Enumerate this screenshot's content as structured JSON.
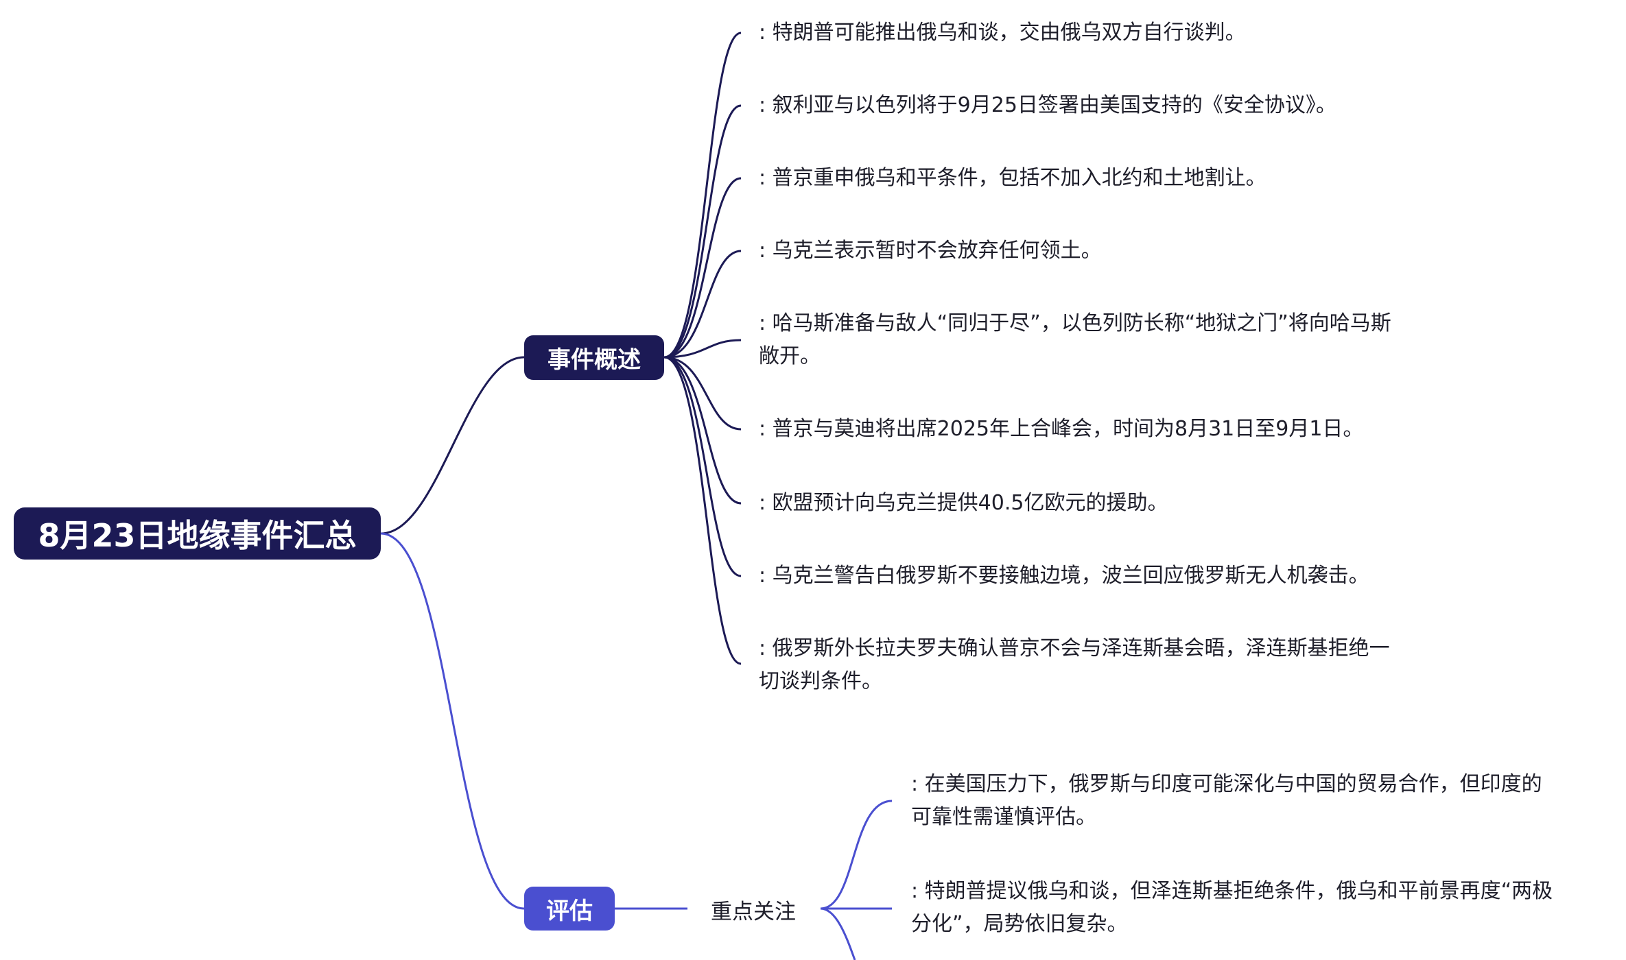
{
  "root": {
    "title": "8月23日地缘事件汇总"
  },
  "events": {
    "title": "事件概述",
    "items": [
      {
        "lines": [
          ": 特朗普可能推出俄乌和谈，交由俄乌双方自行谈判。"
        ]
      },
      {
        "lines": [
          ": 叙利亚与以色列将于9月25日签署由美国支持的《安全协议》。"
        ]
      },
      {
        "lines": [
          ": 普京重申俄乌和平条件，包括不加入北约和土地割让。"
        ]
      },
      {
        "lines": [
          ": 乌克兰表示暂时不会放弃任何领土。"
        ]
      },
      {
        "lines": [
          ": 哈马斯准备与敌人“同归于尽”，以色列防长称“地狱之门”将向哈马斯",
          "敞开。"
        ]
      },
      {
        "lines": [
          ": 普京与莫迪将出席2025年上合峰会，时间为8月31日至9月1日。"
        ]
      },
      {
        "lines": [
          ": 欧盟预计向乌克兰提供40.5亿欧元的援助。"
        ]
      },
      {
        "lines": [
          ": 乌克兰警告白俄罗斯不要接触边境，波兰回应俄罗斯无人机袭击。"
        ]
      },
      {
        "lines": [
          ": 俄罗斯外长拉夫罗夫确认普京不会与泽连斯基会晤，泽连斯基拒绝一",
          "切谈判条件。"
        ]
      }
    ]
  },
  "evaluation": {
    "title": "评估",
    "focus_label": "重点关注",
    "items": [
      {
        "lines": [
          ": 在美国压力下，俄罗斯与印度可能深化与中国的贸易合作，但印度的",
          "可靠性需谨慎评估。"
        ]
      },
      {
        "lines": [
          ": 特朗普提议俄乌和谈，但泽连斯基拒绝条件，俄乌和平前景再度“两极",
          "分化”，局势依旧复杂。"
        ]
      }
    ]
  },
  "colors": {
    "dark_navy": "#1c1a55",
    "accent_blue": "#4a4fd0",
    "text": "#1e1e2a"
  }
}
